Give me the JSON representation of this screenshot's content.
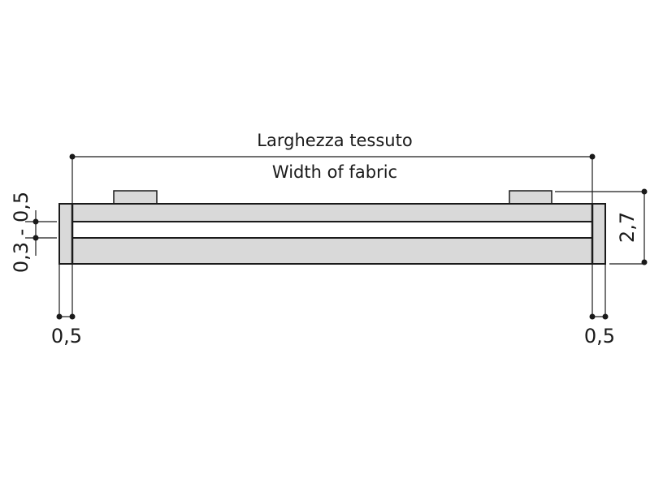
{
  "labels": {
    "title_it": "Larghezza tessuto",
    "title_en": "Width of fabric",
    "gap_dim": "0,3 - 0,5",
    "height_dim": "2,7",
    "left_edge_dim": "0,5",
    "right_edge_dim": "0,5"
  },
  "colors": {
    "fill": "#d9d9d9",
    "line": "#1a1a1a"
  }
}
